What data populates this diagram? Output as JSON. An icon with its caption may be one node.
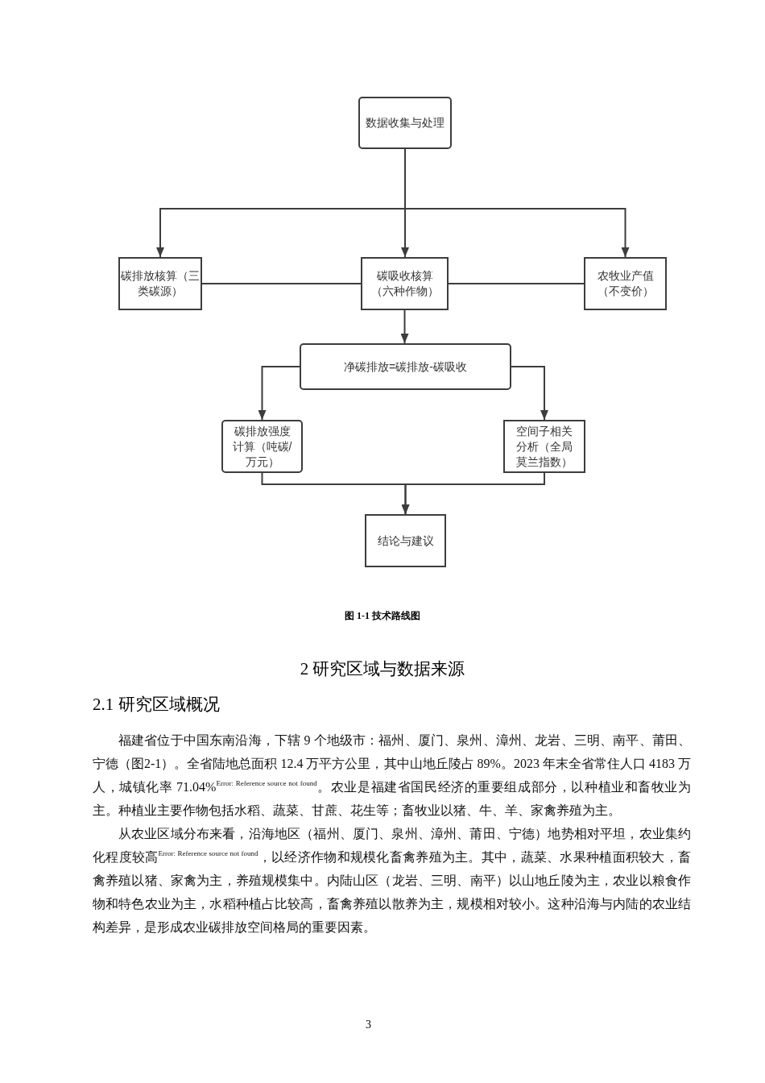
{
  "diagram": {
    "caption": "图 1-1 技术路线图",
    "nodes": [
      {
        "text": [
          "数据收集与处理"
        ]
      },
      {
        "text": [
          "碳排放核算（三类碳源）"
        ]
      },
      {
        "text": [
          "碳吸收核算（六种作物）"
        ]
      },
      {
        "text": [
          "农牧业产值（不变价）"
        ]
      },
      {
        "text": [
          "净碳排放=碳排放-碳吸收"
        ]
      },
      {
        "text": [
          "碳排放强度计算（吨碳/万元）"
        ]
      },
      {
        "text": [
          "空间子相关分析（全局莫兰指数）"
        ]
      },
      {
        "text": [
          "结论与建议"
        ]
      }
    ],
    "edges": [
      {
        "from": 0,
        "to": 1,
        "arrow": "to"
      },
      {
        "from": 0,
        "to": 2,
        "arrow": "to"
      },
      {
        "from": 0,
        "to": 3,
        "arrow": "to"
      },
      {
        "from": 1,
        "to": 2,
        "arrow": "none"
      },
      {
        "from": 2,
        "to": 3,
        "arrow": "none"
      },
      {
        "from": 2,
        "to": 4,
        "arrow": "to"
      },
      {
        "from": 4,
        "to": 5,
        "arrow": "to"
      },
      {
        "from": 4,
        "to": 6,
        "arrow": "to"
      },
      {
        "from": 5,
        "to": 7,
        "arrow": "to"
      },
      {
        "from": 6,
        "to": 7,
        "arrow": "to"
      }
    ],
    "labels": [
      "2 研究区域与数据来源",
      "2.1 研究区域概况",
      "福建省位于中国东南沿海，下辖 9 个地级市：福州、厦门、泉州、漳州、龙岩、三明、南平、莆田、宁德（图2-1）。全省陆地总面积 12.4 万平方公里，其中山地丘陵占 89%。2023 年末全省常住人口 4183 万人，城镇化率 71.04%$^{Error: Reference source not found}$。农业是福建省国民经济的重要组成部分，以种植业和畜牧业为主。种植业主要作物包括水稻、蔬菜、甘蔗、花生等；畜牧业以猪、牛、羊、家禽养殖为主。",
      "从农业区域分布来看，沿海地区（福州、厦门、泉州、漳州、莆田、宁德）地势相对平坦，农业集约化程度较高$^{Error: Reference source not found}$，以经济作物和规模化畜禽养殖为主。其中，蔬菜、水果种植面积较大，畜禽养殖以猪、家禽为主，养殖规模集中。内陆山区（龙岩、三明、南平）以山地丘陵为主，农业以粮食作物和特色农业为主，水稻种植占比较高，畜禽养殖以散养为主，规模相对较小。这种沿海与内陆的农业结构差异，是形成农业碳排放空间格局的重要因素。",
      "3"
    ]
  }
}
